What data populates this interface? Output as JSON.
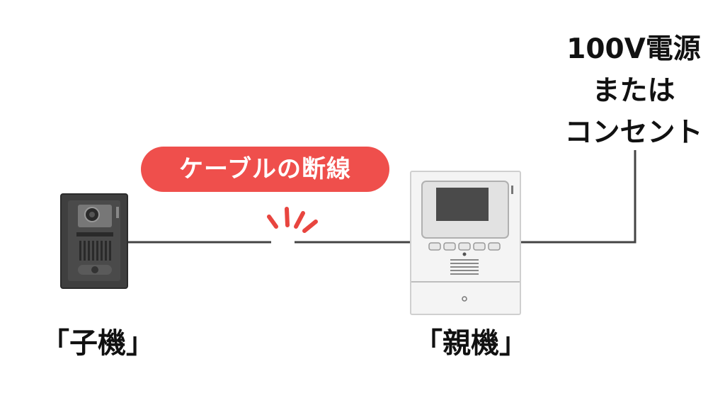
{
  "power_source": {
    "line1": "100V電源",
    "line2": "または",
    "line3": "コンセント"
  },
  "cable_break": {
    "label": "ケーブルの断線",
    "color": "#ef4f4c"
  },
  "child_unit": {
    "label": "「子機」"
  },
  "parent_unit": {
    "label": "「親機」"
  },
  "colors": {
    "cable": "#444444",
    "break_marks": "#e8453f",
    "monitor_screen": "#4a4a4a",
    "door_station_body": "#3a3a3a",
    "parent_body": "#f4f4f4"
  }
}
